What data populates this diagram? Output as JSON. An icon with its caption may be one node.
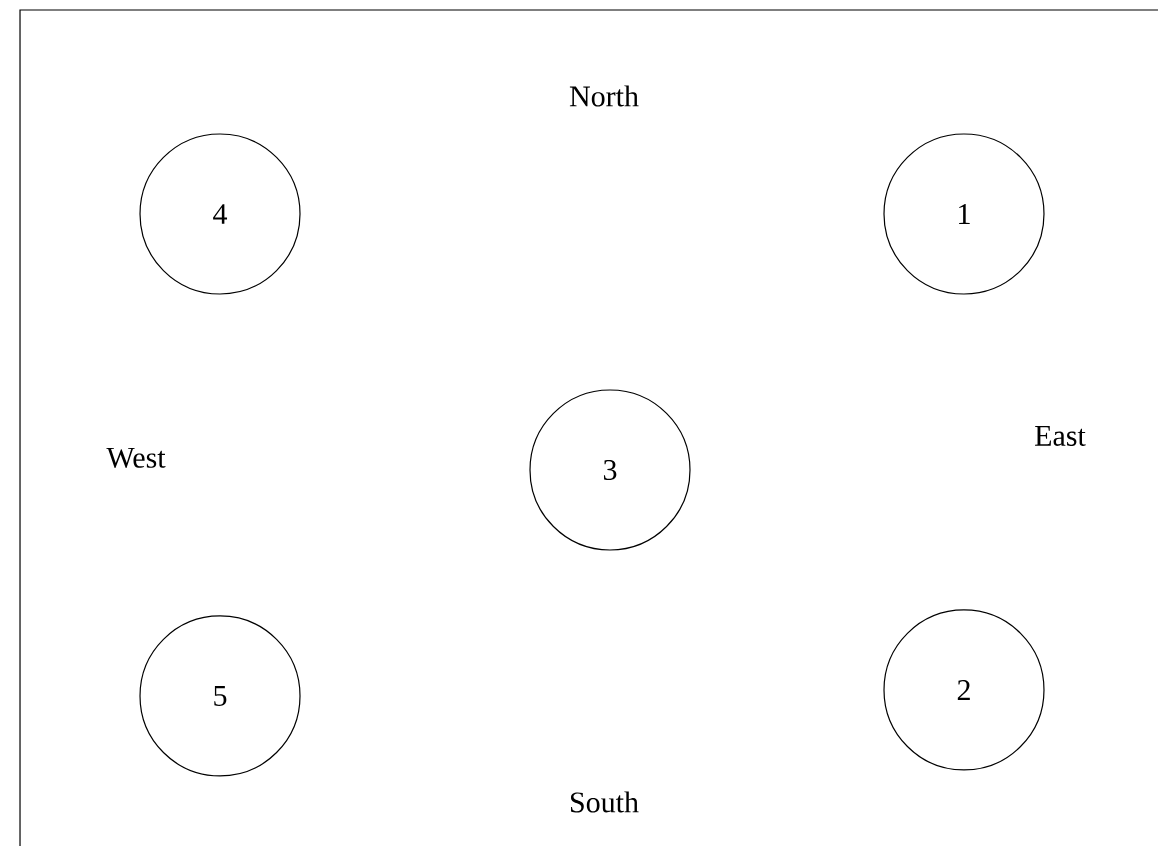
{
  "diagram": {
    "nodes": [
      {
        "text": [
          "4"
        ]
      },
      {
        "text": [
          "1"
        ]
      },
      {
        "text": [
          "3"
        ]
      },
      {
        "text": [
          "5"
        ]
      },
      {
        "text": [
          "2"
        ]
      }
    ],
    "labels": [
      "North",
      "West",
      "East",
      "South"
    ]
  }
}
